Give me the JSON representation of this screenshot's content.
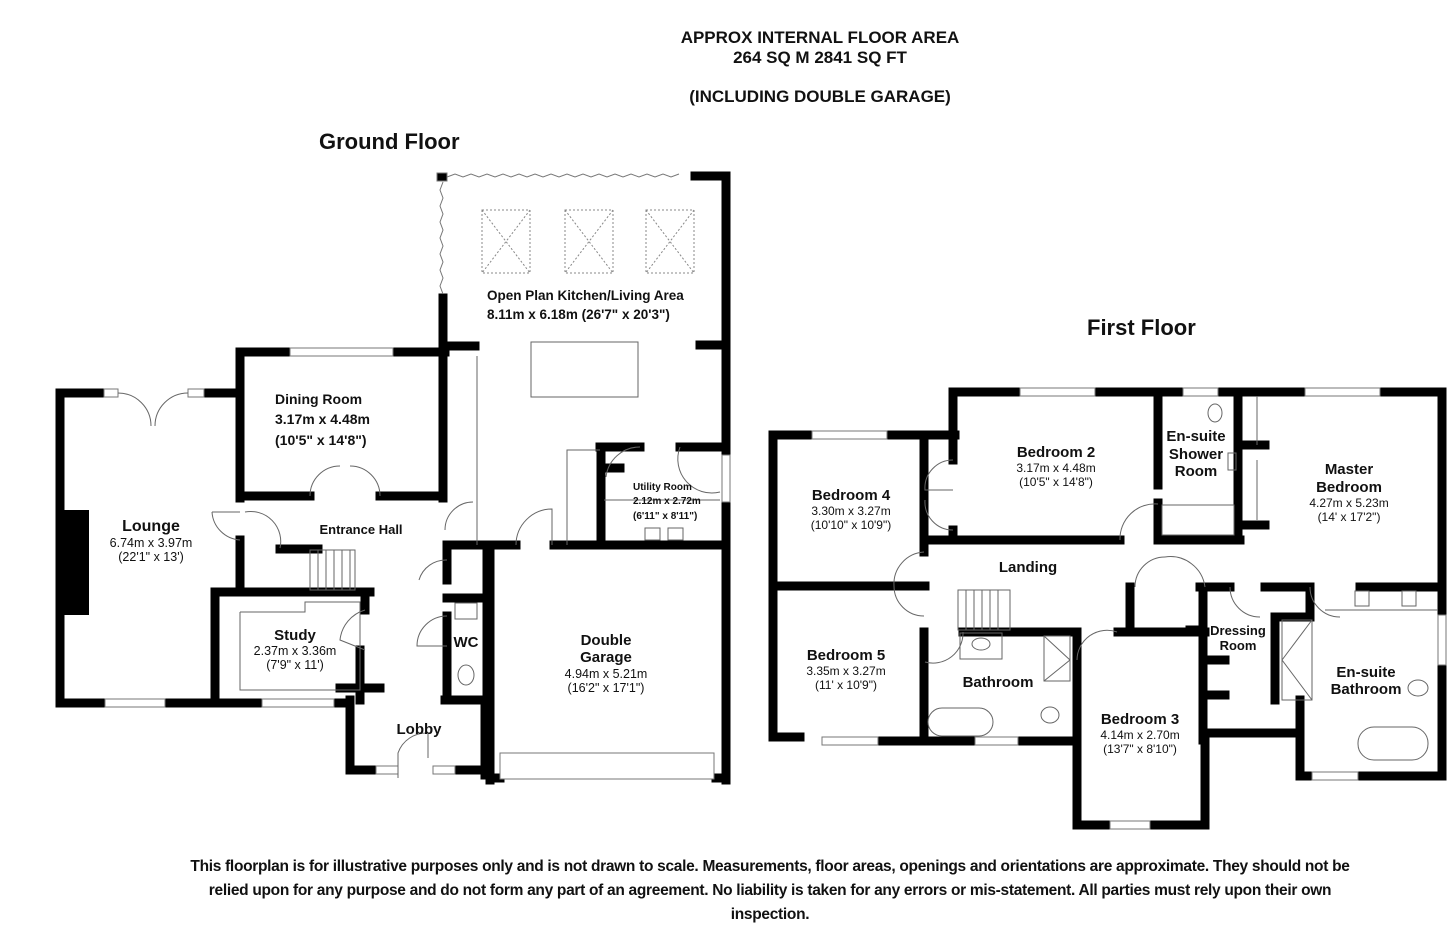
{
  "header": {
    "line1": "APPROX INTERNAL FLOOR AREA",
    "line2": "264 SQ M 2841 SQ FT",
    "line3": "(INCLUDING DOUBLE GARAGE)"
  },
  "floors": {
    "ground": {
      "title": "Ground Floor",
      "rooms": {
        "kitchen": {
          "name": "Open Plan Kitchen/Living Area",
          "dims": "8.11m x 6.18m (26'7\" x 20'3\")"
        },
        "dining": {
          "name": "Dining Room",
          "metric": "3.17m x 4.48m",
          "imperial": "(10'5\" x 14'8\")"
        },
        "lounge": {
          "name": "Lounge",
          "metric": "6.74m x 3.97m",
          "imperial": "(22'1\" x 13')"
        },
        "hall": {
          "name": "Entrance Hall"
        },
        "utility": {
          "name": "Utility Room",
          "metric": "2.12m x 2.72m",
          "imperial": "(6'11\" x 8'11\")"
        },
        "study": {
          "name": "Study",
          "metric": "2.37m x 3.36m",
          "imperial": "(7'9\" x 11')"
        },
        "wc": {
          "name": "WC"
        },
        "lobby": {
          "name": "Lobby"
        },
        "garage": {
          "name1": "Double",
          "name2": "Garage",
          "metric": "4.94m x 5.21m",
          "imperial": "(16'2\" x 17'1\")"
        }
      }
    },
    "first": {
      "title": "First Floor",
      "rooms": {
        "bed2": {
          "name": "Bedroom 2",
          "metric": "3.17m x 4.48m",
          "imperial": "(10'5\" x 14'8\")"
        },
        "bed4": {
          "name": "Bedroom 4",
          "metric": "3.30m x 3.27m",
          "imperial": "(10'10\" x 10'9\")"
        },
        "shower": {
          "name1": "En-suite",
          "name2": "Shower",
          "name3": "Room"
        },
        "master": {
          "name1": "Master",
          "name2": "Bedroom",
          "metric": "4.27m x 5.23m",
          "imperial": "(14' x 17'2\")"
        },
        "landing": {
          "name": "Landing"
        },
        "bed5": {
          "name": "Bedroom 5",
          "metric": "3.35m x 3.27m",
          "imperial": "(11' x 10'9\")"
        },
        "bathroom": {
          "name": "Bathroom"
        },
        "bed3": {
          "name": "Bedroom 3",
          "metric": "4.14m x 2.70m",
          "imperial": "(13'7\" x 8'10\")"
        },
        "dressing": {
          "name1": "Dressing",
          "name2": "Room"
        },
        "ensuite": {
          "name1": "En-suite",
          "name2": "Bathroom"
        }
      }
    }
  },
  "disclaimer": {
    "line1": "This floorplan is for illustrative purposes only and is not drawn to scale.  Measurements, floor areas, openings and orientations are approximate.  They should not be",
    "line2": "relied upon for any purpose and do not form any part of an agreement.  No liability is taken for any errors or mis-statement.  All parties must rely upon their own",
    "line3": "inspection."
  },
  "colors": {
    "wall": "#000000",
    "fixture": "#777777",
    "background": "#ffffff"
  }
}
